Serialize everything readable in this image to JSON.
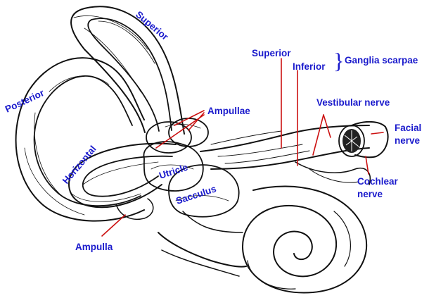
{
  "colors": {
    "label": "#1a1acc",
    "leader": "#cc1111",
    "ink": "#111111",
    "background": "#ffffff"
  },
  "labels": {
    "superior_canal": "Superior",
    "posterior_canal": "Posterior",
    "horizontal_canal": "Horizontal",
    "ampullae": "Ampullae",
    "utricle": "Utricle",
    "sacculus": "Sacculus",
    "ampulla": "Ampulla",
    "ganglia_superior": "Superior",
    "ganglia_inferior": "Inferior",
    "ganglia_scarpae": "Ganglia scarpae",
    "vestibular_nerve": "Vestibular nerve",
    "facial_nerve_line1": "Facial",
    "facial_nerve_line2": "nerve",
    "cochlear_nerve_line1": "Cochlear",
    "cochlear_nerve_line2": "nerve"
  },
  "icons": {
    "brace": "curly-brace"
  }
}
